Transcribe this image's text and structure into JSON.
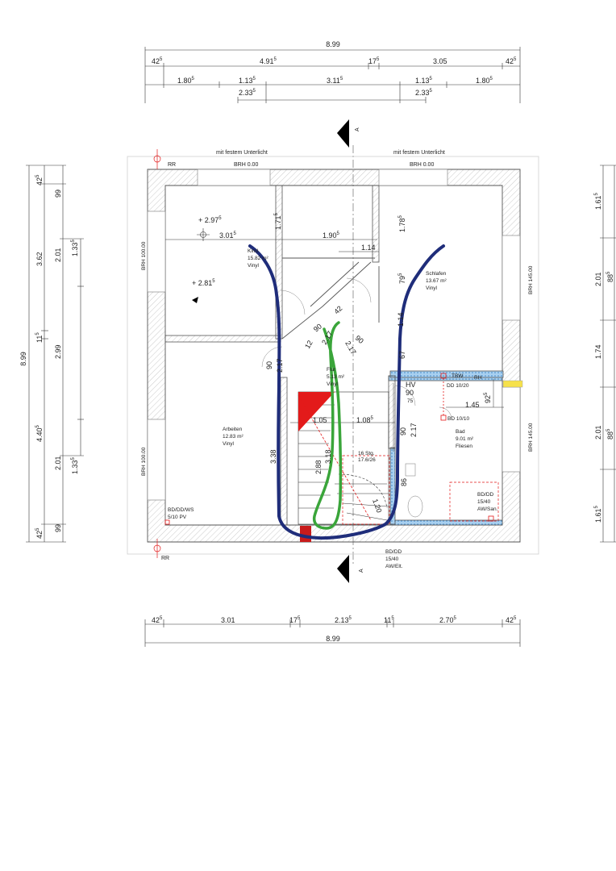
{
  "top_dims": {
    "overall": "8.99",
    "row1": [
      "42",
      "5",
      "4.91",
      "5",
      "17",
      "5",
      "3.05",
      "42",
      "5"
    ],
    "row2": [
      "1.80",
      "5",
      "1.13",
      "5",
      "3.11",
      "5",
      "1.13",
      "5",
      "1.80",
      "5"
    ],
    "row3": [
      "2.33",
      "5",
      "2.33",
      "5"
    ]
  },
  "bottom_dims": {
    "row1": [
      "42",
      "5",
      "3.01",
      "17",
      "5",
      "2.13",
      "5",
      "11",
      "5",
      "2.70",
      "5",
      "42",
      "5"
    ],
    "overall": "8.99"
  },
  "left_dims": {
    "overall": "8.99",
    "outer": [
      "42",
      "5",
      "3.62",
      "11",
      "5",
      "4.40",
      "5",
      "42",
      "5"
    ],
    "inner": [
      "99",
      "2.01",
      "2.99",
      "2.01",
      "99"
    ],
    "inner_small": [
      "1.33",
      "5",
      "1.33",
      "5"
    ]
  },
  "right_dims": {
    "outer": [
      "1.61",
      "5",
      "2.01",
      "1.74",
      "2.01",
      "1.61",
      "5"
    ],
    "inner": [
      "88",
      "5",
      "88",
      "5"
    ]
  },
  "section": {
    "letter": "A"
  },
  "labels": {
    "unterlicht_left": "mit festem Unterlicht",
    "unterlicht_right": "mit festem Unterlicht",
    "brh_top_left": "BRH 0.00",
    "brh_top_right": "BRH 0.00",
    "rr_top": "RR",
    "rr_bottom": "RR",
    "brh_left_top": "BRH 100.00",
    "brh_left_bottom": "BRH 100.00",
    "brh_right_top": "BRH 145.00",
    "brh_right_bottom": "BRH 145.00"
  },
  "rooms": {
    "kind": {
      "name": "Kind",
      "area": "15.82 m²",
      "floor": "Vinyl"
    },
    "schlafen": {
      "name": "Schlafen",
      "area": "13.67 m²",
      "floor": "Vinyl"
    },
    "flur": {
      "name": "Flur",
      "area": "5.13 m²",
      "floor": "Vinyl"
    },
    "arbeiten": {
      "name": "Arbeiten",
      "area": "12.83 m²",
      "floor": "Vinyl"
    },
    "bad": {
      "name": "Bad",
      "area": "9.01 m²",
      "floor": "Fliesen"
    }
  },
  "levels": {
    "l1": "+ 2.97",
    "l1_sup": "5",
    "l2": "+ 2.81",
    "l2_sup": "5"
  },
  "inner_dims": {
    "d1": "3.01",
    "d1s": "5",
    "d2": "1.90",
    "d2s": "5",
    "d3": "1.14",
    "d4": "1.71",
    "d4s": "5",
    "d5": "1.78",
    "d5s": "5",
    "d6": "79",
    "d6s": "5",
    "d7": "90",
    "d8": "90",
    "d9": "2.17",
    "d10": "2.17",
    "d11": "2.17",
    "d12": "1.05",
    "d13": "1.08",
    "d13s": "5",
    "d14": "3.38",
    "d15": "2.88",
    "d16": "3.18",
    "d17": "90",
    "d18": "2.17",
    "d19": "1.45",
    "d20": "92",
    "d20s": "5",
    "d21": "90",
    "d22": "75",
    "d23": "90",
    "d24": "86",
    "d25": "1.20",
    "d26": "67",
    "d27": "1.14",
    "d28": "12",
    "d29": "42"
  },
  "annotations": {
    "stairs": "16 Stg.",
    "stairs_ratio": "17.6/26",
    "tbw": "TBW",
    "rh": "RH",
    "hv": "HV",
    "dd1": "DD 10/20",
    "bd1": "BD 10/10",
    "bdws1": "BD/DD/WS",
    "bdws2": "5/10 PV",
    "bdbad1": "BD/DD",
    "bdbad2": "15/40",
    "bdbad3": "AW/San.",
    "bdbot1": "BD/DD",
    "bdbot2": "15/40",
    "bdbot3": "AW/Elt."
  },
  "colors": {
    "wall": "#5a5a5a",
    "hatch": "#9a9a9a",
    "blue_line": "#1f2d7a",
    "green_line": "#3aa53a",
    "red": "#e31a1a",
    "tile_blue": "#7fb7e6"
  }
}
